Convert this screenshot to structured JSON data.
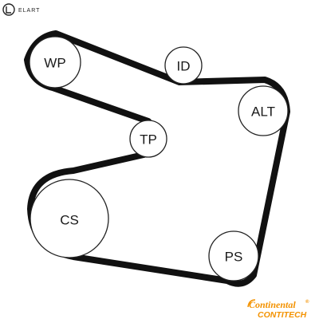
{
  "brand": {
    "name": "ELART",
    "logo_icon": "elart-circle-logo"
  },
  "pulleys": {
    "wp": "WP",
    "id": "ID",
    "alt": "ALT",
    "tp": "TP",
    "cs": "CS",
    "ps": "PS"
  },
  "manufacturer": {
    "line1": "Continental",
    "registered": "®",
    "line2": "CONTITECH"
  },
  "colors": {
    "belt": "#111111",
    "pulley_stroke": "#222222",
    "accent": "#f39200"
  }
}
